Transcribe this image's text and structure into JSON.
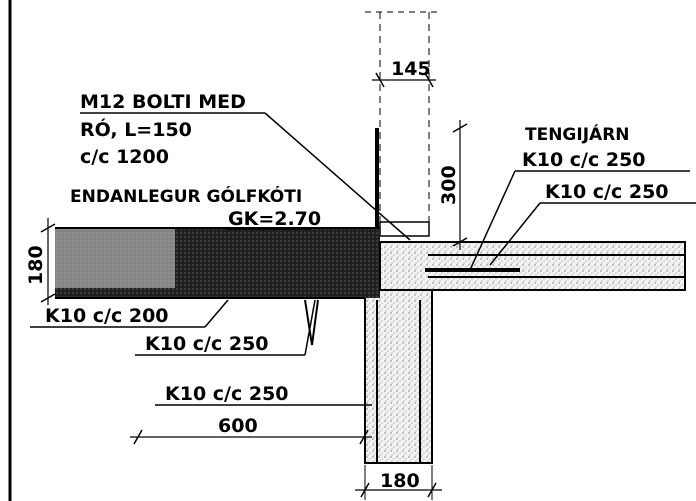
{
  "drawing": {
    "dims": {
      "top_width": "145",
      "height_right": "300",
      "slab_thickness": "180",
      "wall_width_bottom": "180",
      "overhang": "600"
    },
    "labels": {
      "bolt_line1": "M12 BOLTI MED",
      "bolt_line2": "RÓ, L=150",
      "bolt_line3": "c/c 1200",
      "insulation_line1": "ENDANLEGUR GÓLFKÓTI",
      "insulation_line2": "GK=2.70",
      "tie_title": "TENGIJÁRN",
      "tie_bar1": "K10 c/c 250",
      "tie_bar2": "K10 c/c 250",
      "slab_bottom_bar": "K10 c/c 200",
      "mid_bar": "K10 c/c 250",
      "lower_bar": "K10 c/c 250",
      "overhang_dim": "600"
    },
    "colors": {
      "ink": "#000000",
      "paper": "#ffffff",
      "hatch": "#9a9a9a"
    }
  }
}
